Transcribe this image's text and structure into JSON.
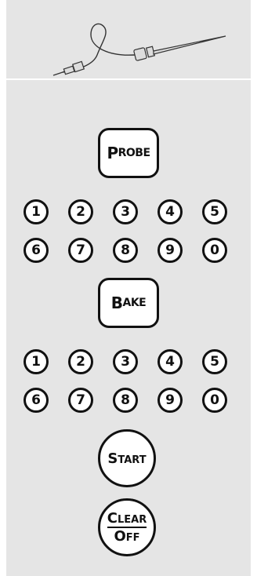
{
  "probe_image": {
    "icon": "meat-probe-icon"
  },
  "probe_button": {
    "label_cap": "P",
    "label_rest": "ROBE"
  },
  "probe_keypad": [
    "1",
    "2",
    "3",
    "4",
    "5",
    "6",
    "7",
    "8",
    "9",
    "0"
  ],
  "bake_button": {
    "label_cap": "B",
    "label_rest": "AKE"
  },
  "bake_keypad": [
    "1",
    "2",
    "3",
    "4",
    "5",
    "6",
    "7",
    "8",
    "9",
    "0"
  ],
  "start_button": {
    "label_cap": "S",
    "label_rest": "TART"
  },
  "clear_off_button": {
    "top_cap": "C",
    "top_rest": "LEAR",
    "bottom_cap": "O",
    "bottom_rest": "FF"
  }
}
